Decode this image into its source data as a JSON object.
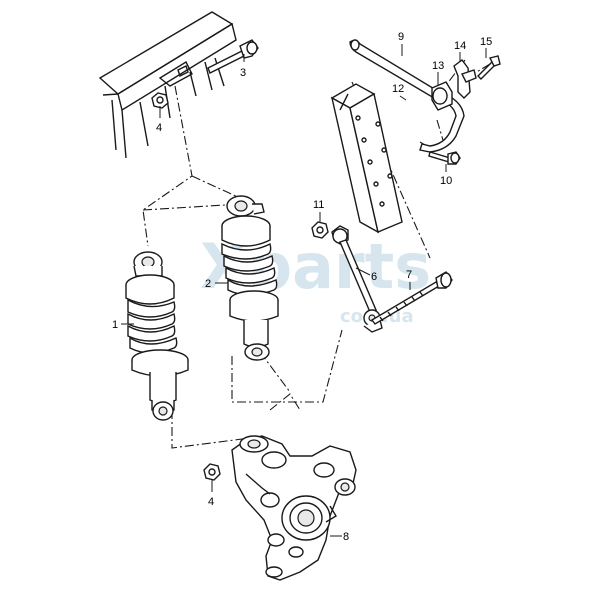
{
  "diagram": {
    "watermark": {
      "main": "Xparts",
      "sub": "com.ua"
    },
    "callouts": [
      {
        "id": "c1",
        "label": "1"
      },
      {
        "id": "c2",
        "label": "2"
      },
      {
        "id": "c3",
        "label": "3"
      },
      {
        "id": "c4a",
        "label": "4"
      },
      {
        "id": "c4b",
        "label": "4"
      },
      {
        "id": "c6",
        "label": "6"
      },
      {
        "id": "c7",
        "label": "7"
      },
      {
        "id": "c8",
        "label": "8"
      },
      {
        "id": "c9",
        "label": "9"
      },
      {
        "id": "c10",
        "label": "10"
      },
      {
        "id": "c11",
        "label": "11"
      },
      {
        "id": "c12",
        "label": "12"
      },
      {
        "id": "c13",
        "label": "13"
      },
      {
        "id": "c14",
        "label": "14"
      },
      {
        "id": "c15",
        "label": "15"
      }
    ]
  }
}
